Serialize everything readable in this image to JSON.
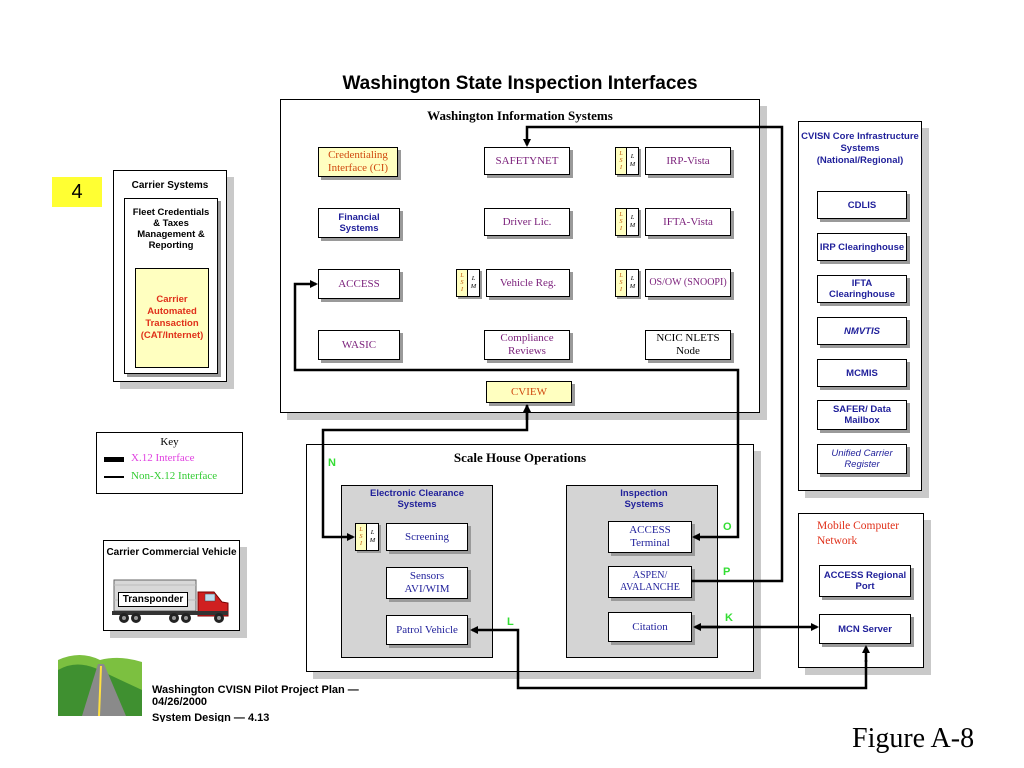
{
  "title": "Washington State Inspection Interfaces",
  "figure_label": "Figure A-8",
  "page_number": "4",
  "wis": {
    "title": "Washington Information Systems",
    "credentialing": "Credentialing Interface (CI)",
    "safetynet": "SAFETYNET",
    "irp_vista": "IRP-Vista",
    "financial": "Financial Systems",
    "driver_lic": "Driver Lic.",
    "ifta_vista": "IFTA-Vista",
    "access": "ACCESS",
    "vehicle_reg": "Vehicle Reg.",
    "osow": "OS/OW (SNOOPI)",
    "wasic": "WASIC",
    "compliance": "Compliance Reviews",
    "ncic": "NCIC NLETS Node",
    "cview": "CVIEW",
    "lsi": [
      "L",
      "S",
      "I"
    ],
    "lm": [
      "L",
      "M"
    ]
  },
  "carrier_systems": {
    "title": "Carrier Systems",
    "fleet": "Fleet Credentials & Taxes Management & Reporting",
    "cat": "Carrier Automated Transaction (CAT/Internet)"
  },
  "cvisn": {
    "title": "CVISN Core Infrastructure Systems (National/Regional)",
    "items": [
      "CDLIS",
      "IRP Clearinghouse",
      "IFTA Clearinghouse",
      "NMVTIS",
      "MCMIS",
      "SAFER/ Data Mailbox",
      "Unified Carrier Register"
    ]
  },
  "key": {
    "title": "Key",
    "x12": "X.12 Interface",
    "non_x12": "Non-X.12 Interface",
    "x12_color": "#e040e0",
    "non_x12_color": "#33cc33"
  },
  "scale_house": {
    "title": "Scale House Operations",
    "ecs_title": "Electronic Clearance Systems",
    "screening": "Screening",
    "sensors": "Sensors AVI/WIM",
    "patrol": "Patrol Vehicle",
    "is_title": "Inspection Systems",
    "access_terminal": "ACCESS Terminal",
    "aspen": "ASPEN/ AVALANCHE",
    "citation": "Citation"
  },
  "carrier_vehicle": {
    "title": "Carrier Commercial Vehicle",
    "transponder": "Transponder"
  },
  "mcn": {
    "title": "Mobile Computer Network",
    "regional_port": "ACCESS Regional Port",
    "server": "MCN Server"
  },
  "interface_labels": {
    "n": "N",
    "o": "O",
    "p": "P",
    "l": "L",
    "k": "K"
  },
  "footer": {
    "line1": "Washington CVISN Pilot Project Plan — 04/26/2000",
    "line2": "System Design — 4.13"
  },
  "colors": {
    "badge": "#ffff33",
    "orange_text": "#e0301a",
    "cream": "#ffffc0",
    "navy": "#1f1f9a",
    "purple": "#7a1f7a",
    "label_green": "#33dd33"
  }
}
